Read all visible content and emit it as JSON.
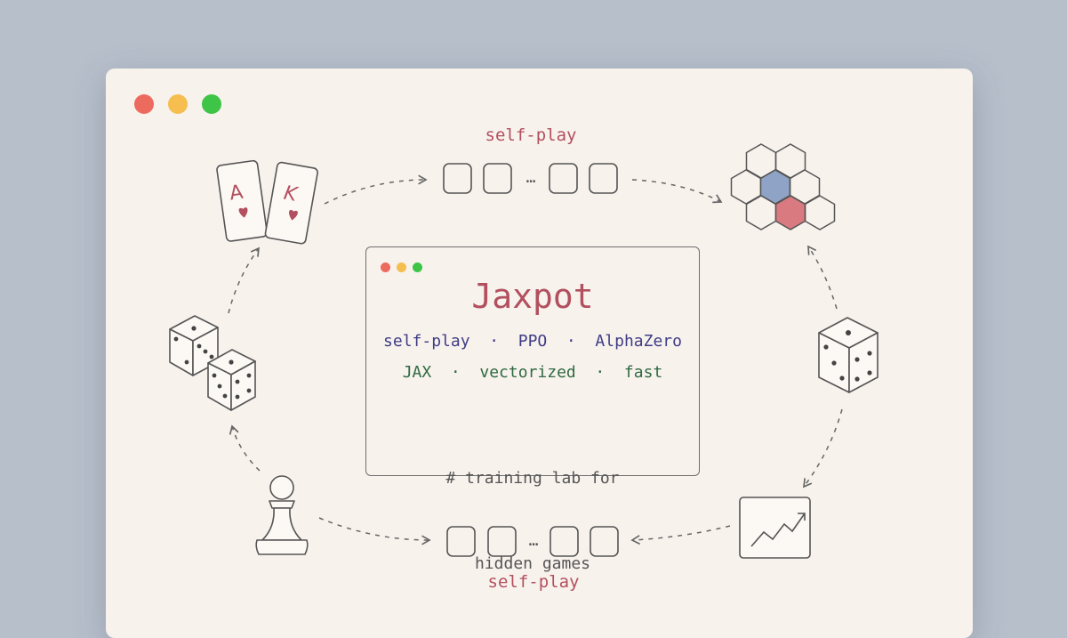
{
  "window": {
    "traffic_lights": [
      "#ed6a5e",
      "#f5be4f",
      "#3ec446"
    ]
  },
  "diagram": {
    "top_label": "self-play",
    "bottom_label": "self-play",
    "ellipsis": "…",
    "card_1_rank": "A",
    "card_2_rank": "K"
  },
  "center_card": {
    "title": "Jaxpot",
    "line1": "self-play  ·  PPO  ·  AlphaZero",
    "line2": "JAX  ·  vectorized  ·  fast",
    "comment_line1": "# training lab for",
    "comment_line2": "hidden games"
  },
  "icons": {
    "cards": "playing-cards-icon",
    "hex": "hex-board-icon",
    "dice_pair": "dice-pair-icon",
    "die_single": "die-icon",
    "pawn": "chess-pawn-icon",
    "chart": "rising-chart-icon"
  },
  "colors": {
    "accent_red": "#b2505f",
    "hex_blue": "#8fa3c6",
    "hex_red": "#d97a80",
    "text_purple": "#3f3d86",
    "text_green": "#2f6a41"
  }
}
